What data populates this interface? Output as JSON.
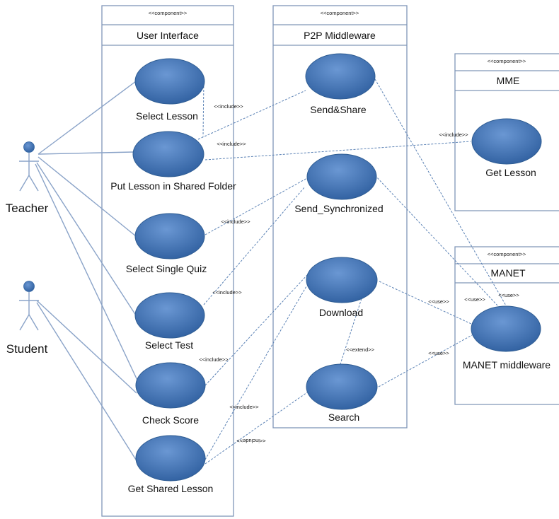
{
  "stereotypes": {
    "component": "<<component>>",
    "include": "<<include>>",
    "use": "<<use>>",
    "extend": "<<extend>>"
  },
  "components": {
    "ui": "User Interface",
    "p2p": "P2P Middleware",
    "mme": "MME",
    "manet": "MANET"
  },
  "actors": {
    "teacher": "Teacher",
    "student": "Student"
  },
  "use_cases": {
    "select_lesson": "Select Lesson",
    "put_lesson": "Put Lesson in Shared Folder",
    "select_quiz": "Select Single Quiz",
    "select_test": "Select Test",
    "check_score": "Check Score",
    "get_shared": "Get Shared Lesson",
    "send_share": "Send&Share",
    "send_sync": "Send_Synchronized",
    "download": "Download",
    "search": "Search",
    "get_lesson": "Get Lesson",
    "manet_mw": "MANET middleware"
  },
  "colors": {
    "use_case_fill": "#3d6fb4",
    "use_case_highlight": "#6a97d3",
    "component_border": "#8096b8",
    "dependency_line": "#5b82b5"
  }
}
